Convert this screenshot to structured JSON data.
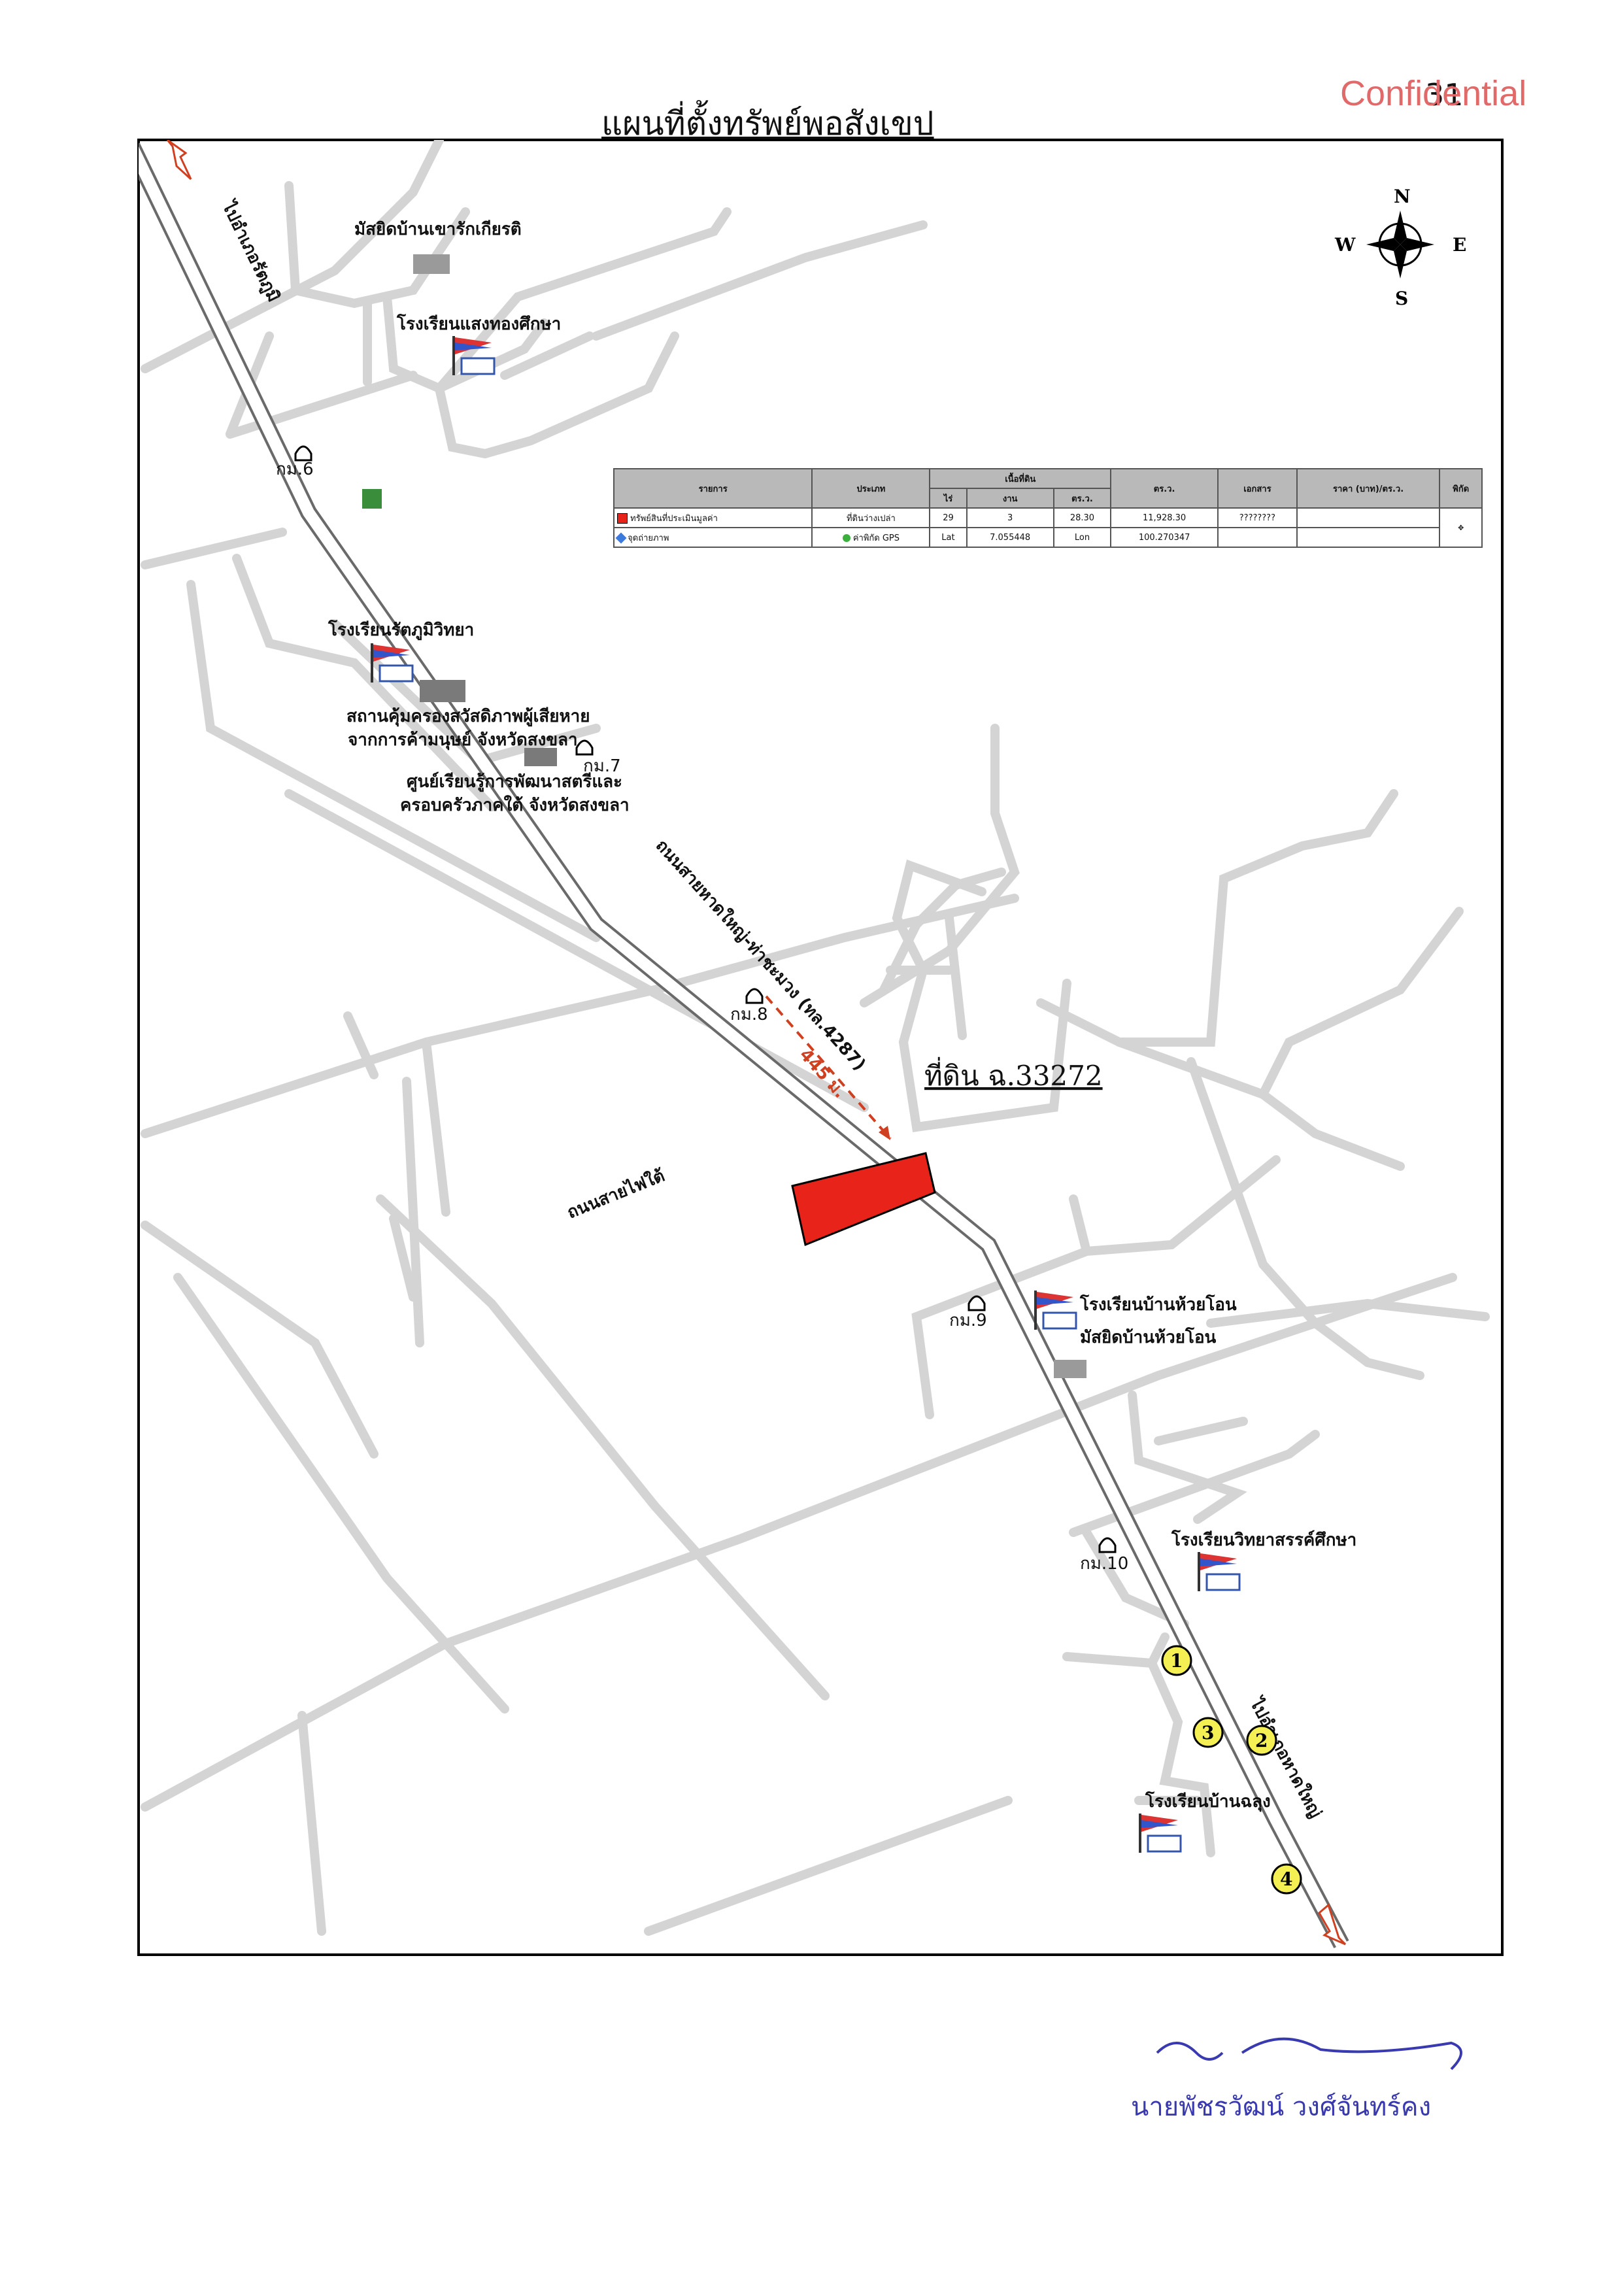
{
  "page": {
    "number": "31",
    "confidential": "Confidential",
    "title": "แผนที่ตั้งทรัพย์พอสังเขป"
  },
  "compass": {
    "n": "N",
    "s": "S",
    "e": "E",
    "w": "W"
  },
  "landmarks": {
    "mosque_top": "มัสยิดบ้านเขารักเกียรติ",
    "school_top": "โรงเรียนแสงทองศึกษา",
    "school_mid": "โรงเรียนรัตภูมิวิทยา",
    "shelter_1": "สถานคุ้มครองสวัสดิภาพผู้เสียหาย",
    "shelter_2": "จากการค้ามนุษย์ จังหวัดสงขลา",
    "center_1": "ศูนย์เรียนรู้การพัฒนาสตรีและ",
    "center_2": "ครอบครัวภาคใต้ จังหวัดสงขลา",
    "school_huai": "โรงเรียนบ้านห้วยโอน",
    "mosque_huai": "มัสยิดบ้านห้วยโอน",
    "school_witthaya": "โรงเรียนวิทยาสรรค์ศึกษา",
    "school_chalung": "โรงเรียนบ้านฉลุง"
  },
  "km_markers": {
    "km6": "กม.6",
    "km7": "กม.7",
    "km8": "กม.8",
    "km9": "กม.9",
    "km10": "กม.10"
  },
  "roads": {
    "to_rattaphum": "ไปอำเภอรัตภูมิ",
    "to_hatyai": "ไปอำเภอหาดใหญ่",
    "main_road": "ถนนสายหาดใหญ่-ท่าชะมวง (ทล.4287)",
    "south_road": "ถนนสายไฟใต้"
  },
  "distance": "445 ม.",
  "plot_label": "ที่ดิน ฉ.33272",
  "photo_points": [
    "1",
    "2",
    "3",
    "4"
  ],
  "info_table": {
    "headers": [
      "รายการ",
      "ประเภท",
      "เนื้อที่ดิน",
      "ตร.ว.",
      "เอกสาร",
      "ราคา (บาท)/ตร.ว.",
      "พิกัด"
    ],
    "sub_headers": [
      "ไร่",
      "งาน",
      "ตร.ว."
    ],
    "row1": [
      "ทรัพย์สินที่ประเมินมูลค่า",
      "ที่ดินว่างเปล่า",
      "29",
      "3",
      "28.30",
      "11,928.30",
      "????????"
    ],
    "row2": [
      "จุดถ่ายภาพ",
      "ค่าพิกัด GPS",
      "Lat",
      "7.055448",
      "Lon",
      "100.270347"
    ]
  },
  "signature": {
    "name": "นายพัชรวัฒน์ วงศ์จันทร์คง"
  }
}
